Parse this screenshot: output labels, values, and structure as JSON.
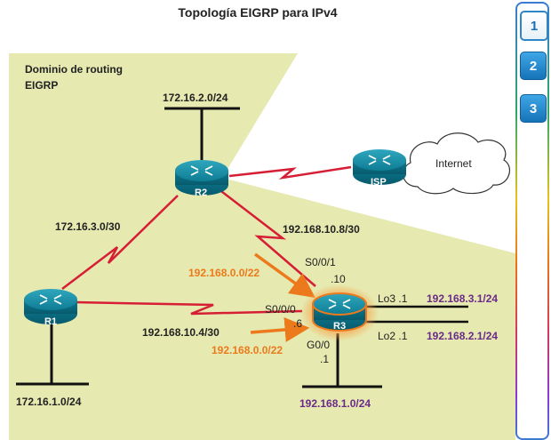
{
  "title": "Topología EIGRP para IPv4",
  "domain_label": [
    "Dominio de routing",
    "EIGRP"
  ],
  "routers": {
    "r1": "R1",
    "r2": "R2",
    "r3": "R3",
    "isp": "ISP"
  },
  "cloud": "Internet",
  "labels": {
    "lan_r2": "172.16.2.0/24",
    "lan_r1": "172.16.1.0/24",
    "lan_r3": "192.168.1.0/24",
    "link_r1_r2": "172.16.3.0/30",
    "link_r2_r3": "192.168.10.8/30",
    "link_r1_r3": "192.168.10.4/30",
    "r3_s001": "S0/0/1",
    "r3_s001_ip": ".10",
    "r3_s000": "S0/0/0",
    "r3_s000_ip": ".6",
    "r3_g00": "G0/0",
    "r3_g00_ip": ".1",
    "lo3": "Lo3 .1",
    "lo3_net": "192.168.3.1/24",
    "lo2": "Lo2 .1",
    "lo2_net": "192.168.2.1/24",
    "summary_up": "192.168.0.0/22",
    "summary_down": "192.168.0.0/22"
  },
  "nav": {
    "steps": [
      "1",
      "2",
      "3"
    ],
    "active": "1"
  },
  "colors": {
    "domain_fill": "#e6e9b0",
    "serial_link": "#d61e35",
    "summary_arrow": "#ec7a1c",
    "router_body": "#0d7c93",
    "highlight": "#ec7a1c"
  }
}
